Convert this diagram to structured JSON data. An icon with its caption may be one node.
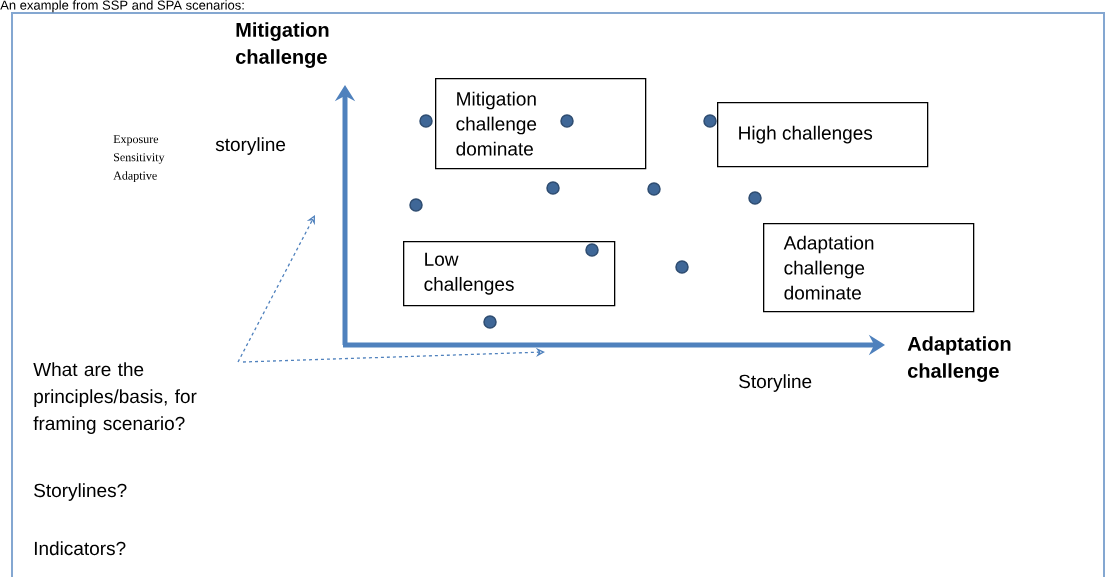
{
  "diagram": {
    "title": "An example from SSP and SPA scenarios:",
    "nodes": [
      {
        "text": [
          "Mitigation challenge dominate"
        ]
      },
      {
        "text": [
          "High challenges"
        ]
      },
      {
        "text": [
          "Low challenges"
        ]
      },
      {
        "text": [
          "Adaptation challenge dominate"
        ]
      },
      {
        "text": [
          "What are the principles/basis, for framing scenario?"
        ]
      }
    ],
    "edges": [
      {
        "from": 4,
        "to": null,
        "arrow": "to",
        "style": "dashed"
      },
      {
        "from": 4,
        "to": null,
        "arrow": "to",
        "style": "dashed"
      }
    ],
    "labels": [
      "Mitigation challenge",
      "Exposure",
      "Sensitivity",
      "Adaptive",
      "storyline",
      "Adaptation challenge",
      "Storyline",
      "Storylines?",
      "Indicators?"
    ]
  }
}
